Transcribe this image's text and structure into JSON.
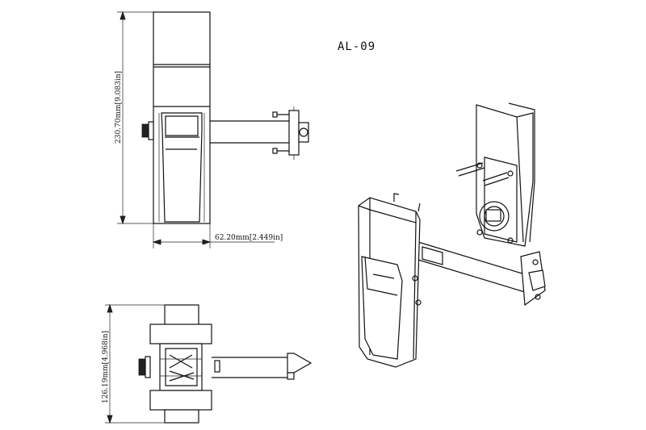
{
  "model_label": "AL-09",
  "dimensions": {
    "height": "230.70mm[9.083in]",
    "width": "62.20mm[2.449in]",
    "depth": "126.19mm[4.968in]"
  }
}
